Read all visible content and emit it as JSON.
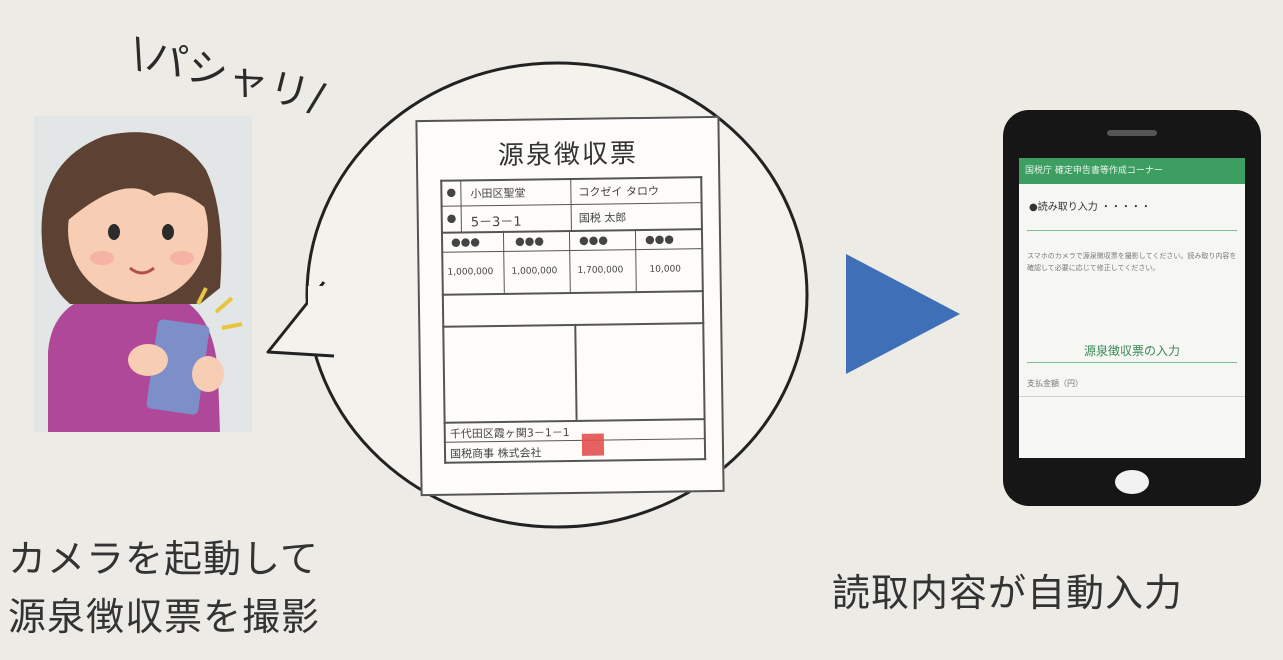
{
  "onomatopoeia": "\\パシャリ/",
  "receipt": {
    "title": "源泉徴収票",
    "row1": {
      "mark": "●",
      "address": "小田区聖堂",
      "kana": "コクゼイ タロウ"
    },
    "row2": {
      "mark": "●",
      "number": "5－3－1",
      "name": "国税 太郎"
    },
    "headers": [
      "●●●",
      "●●●",
      "●●●",
      "●●●"
    ],
    "amounts": [
      "1,000,000",
      "1,000,000",
      "1,700,000",
      "10,000"
    ],
    "bottom1": "千代田区霞ヶ関3－1－1",
    "bottom2": "国税商事 株式会社"
  },
  "phone_screen": {
    "header": "国税庁 確定申告書等作成コーナー",
    "step": "●読み取り入力 ・・・・・",
    "body_text": "スマホのカメラで源泉徴収票を撮影してください。読み取り内容を確認して必要に応じて修正してください。",
    "link": "源泉徴収票の入力",
    "field": "支払金額（円）"
  },
  "captions": {
    "left_line1": "カメラを起動して",
    "left_line2": "源泉徴収票を撮影",
    "right": "読取内容が自動入力"
  },
  "colors": {
    "arrow": "#3f6fb6",
    "app_green": "#3d9e62",
    "stamp": "#e2514f"
  }
}
